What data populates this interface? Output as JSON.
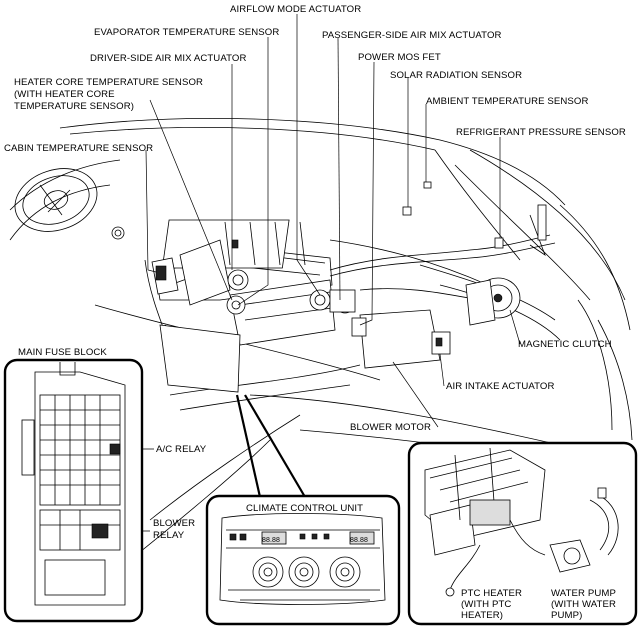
{
  "labels": {
    "airflow_mode_actuator": "AIRFLOW MODE ACTUATOR",
    "evaporator_temperature_sensor": "EVAPORATOR TEMPERATURE SENSOR",
    "passenger_side_air_mix_actuator": "PASSENGER-SIDE AIR MIX ACTUATOR",
    "driver_side_air_mix_actuator": "DRIVER-SIDE AIR MIX ACTUATOR",
    "power_mos_fet": "POWER MOS FET",
    "solar_radiation_sensor": "SOLAR RADIATION SENSOR",
    "heater_core_temperature_sensor": [
      "HEATER CORE TEMPERATURE SENSOR",
      "(WITH HEATER CORE",
      "TEMPERATURE SENSOR)"
    ],
    "ambient_temperature_sensor": "AMBIENT TEMPERATURE SENSOR",
    "refrigerant_pressure_sensor": "REFRIGERANT PRESSURE SENSOR",
    "cabin_temperature_sensor": "CABIN TEMPERATURE SENSOR",
    "main_fuse_block": "MAIN FUSE BLOCK",
    "magnetic_clutch": "MAGNETIC CLUTCH",
    "air_intake_actuator": "AIR INTAKE ACTUATOR",
    "ac_relay": "A/C RELAY",
    "blower_motor": "BLOWER MOTOR",
    "blower_relay": [
      "BLOWER",
      "RELAY"
    ],
    "climate_control_unit": "CLIMATE CONTROL UNIT",
    "ptc_heater": [
      "PTC HEATER",
      "(WITH PTC",
      "HEATER)"
    ],
    "water_pump": [
      "WATER PUMP",
      "(WITH WATER",
      "PUMP)"
    ]
  },
  "panel_text": {
    "display_left": "88.88",
    "display_right": "88.88"
  }
}
